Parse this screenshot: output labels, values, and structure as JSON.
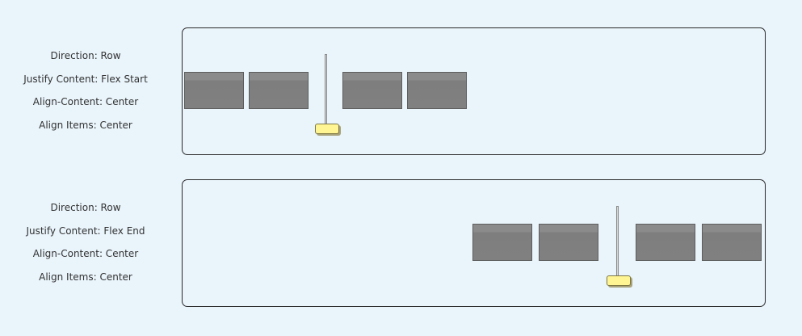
{
  "rows": [
    {
      "labels": {
        "direction": "Direction: Row",
        "justify": "Justify Content: Flex Start",
        "align_content": "Align-Content: Center",
        "align_items": "Align Items: Center"
      },
      "block_count": 4,
      "divider_icon": "stand-pole-icon"
    },
    {
      "labels": {
        "direction": "Direction: Row",
        "justify": "Justify Content: Flex End",
        "align_content": "Align-Content: Center",
        "align_items": "Align Items: Center"
      },
      "block_count": 4,
      "divider_icon": "stand-pole-icon"
    }
  ],
  "colors": {
    "background": "#e9f4fb",
    "block": "#808080",
    "stand_base": "#fff592",
    "panel_border": "#2b2b2b"
  }
}
